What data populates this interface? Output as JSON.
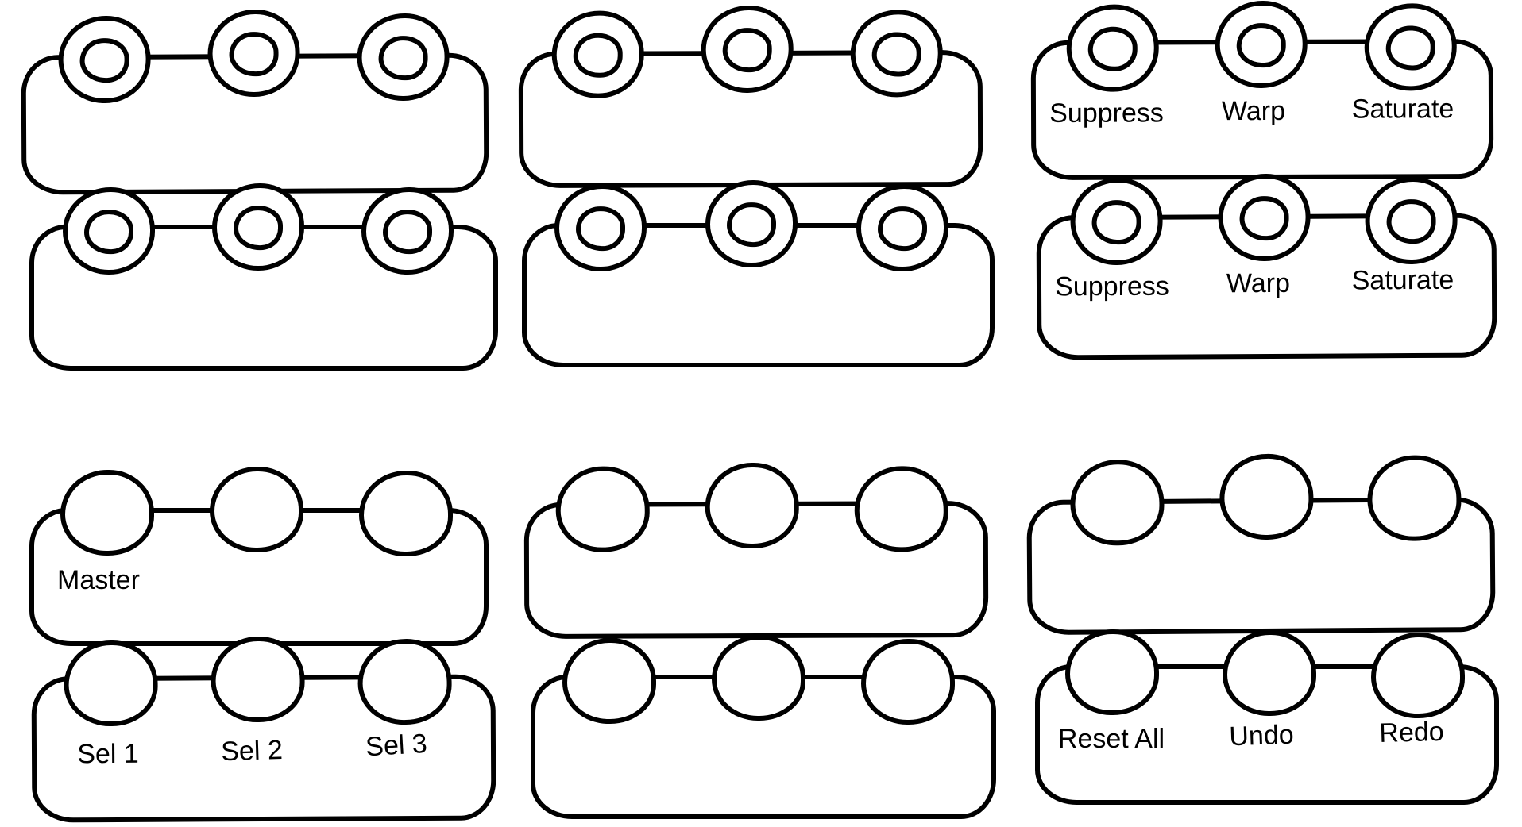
{
  "sketch": {
    "background_color": "#ffffff",
    "ink_color": "#000000",
    "fx_panel_top": {
      "knob1_label": "Suppress",
      "knob2_label": "Warp",
      "knob3_label": "Saturate"
    },
    "fx_panel_bottom": {
      "knob1_label": "Suppress",
      "knob2_label": "Warp",
      "knob3_label": "Saturate"
    },
    "master_panel": {
      "panel_label": "Master"
    },
    "select_panel": {
      "button1_label": "Sel 1",
      "button2_label": "Sel 2",
      "button3_label": "Sel 3"
    },
    "edit_panel": {
      "button1_label": "Reset All",
      "button2_label": "Undo",
      "button3_label": "Redo"
    }
  }
}
